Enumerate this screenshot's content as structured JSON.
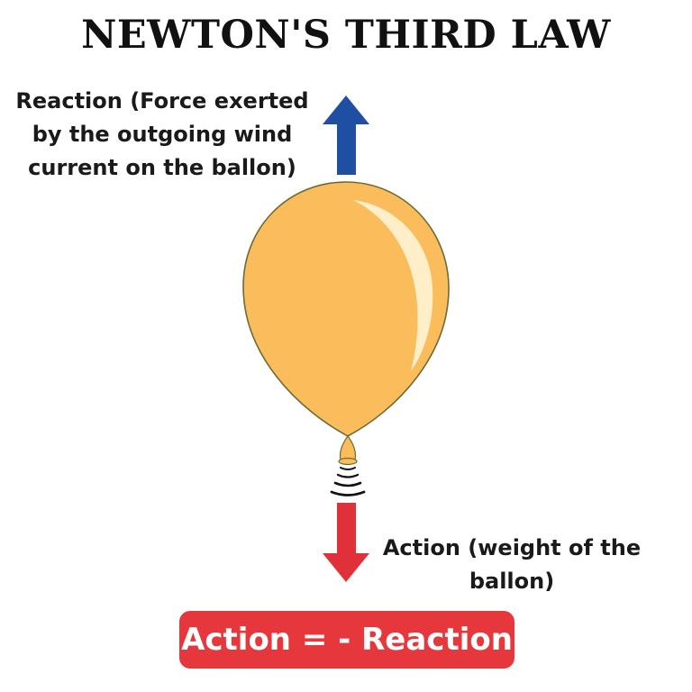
{
  "title": "NEWTON'S THIRD LAW",
  "reaction": {
    "lines": [
      "Reaction (Force exerted",
      "by the outgoing wind",
      "current on the ballon)"
    ],
    "arrow_color": "#1f4fa3"
  },
  "action": {
    "lines": [
      "Action (weight of the",
      "ballon)"
    ],
    "arrow_color": "#e0313a"
  },
  "balloon": {
    "fill_color": "#fbbd5c",
    "outline_color": "#6e6a36"
  },
  "formula": {
    "text": "Action = - Reaction",
    "box_color": "#e5373c"
  }
}
